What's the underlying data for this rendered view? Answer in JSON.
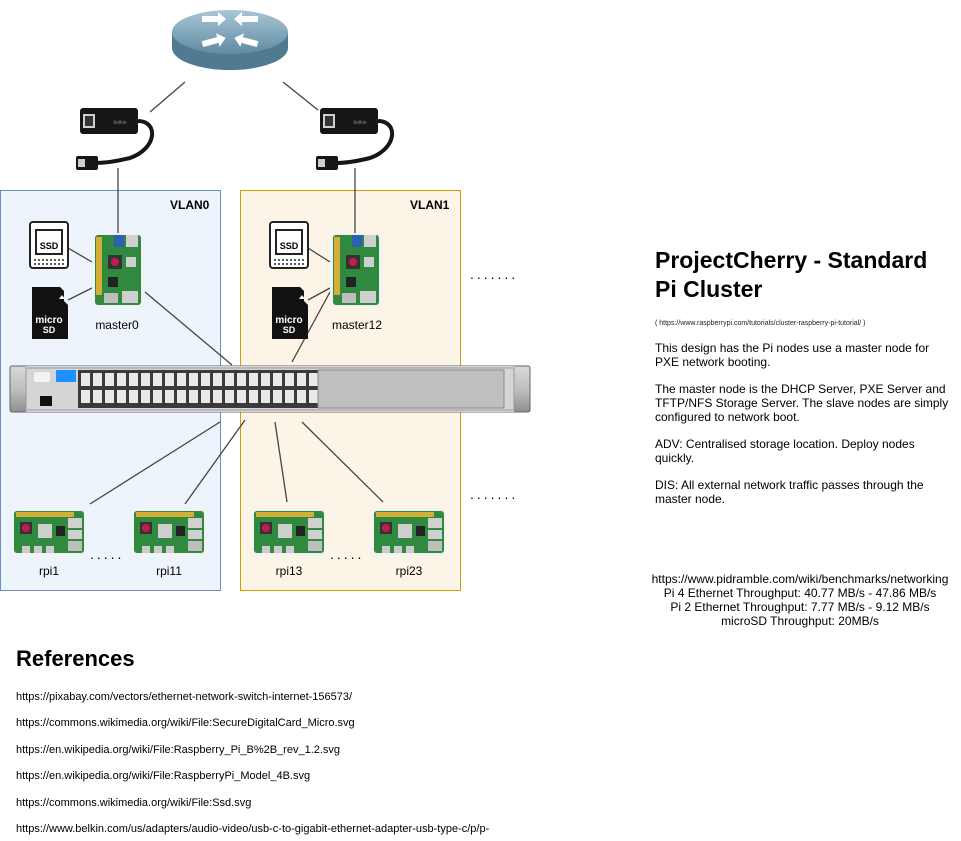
{
  "vlans": [
    {
      "name": "VLAN0",
      "master": "master0",
      "nodes": [
        "rpi1",
        "rpi11"
      ],
      "ellipsis": "....."
    },
    {
      "name": "VLAN1",
      "master": "master12",
      "nodes": [
        "rpi13",
        "rpi23"
      ],
      "ellipsis": "....."
    }
  ],
  "more_ellipsis": ".......",
  "icons": {
    "router": "router-icon",
    "adapter": "usb-ethernet-adapter-icon",
    "ssd": "ssd-icon",
    "sd": "microsd-icon",
    "pi": "raspberry-pi-icon",
    "switch": "network-switch-icon"
  },
  "labels": {
    "ssd": "SSD"
  },
  "colors": {
    "vlan0_fill": "#eef4fc",
    "vlan0_border": "#6c8ebf",
    "vlan1_fill": "#fdf4e8",
    "vlan1_border": "#d79b00",
    "pi_board": "#2e8b3e"
  },
  "title": "ProjectCherry - Standard Pi Cluster",
  "title_url": "( https://www.raspberrypi.com/tutorials/cluster-raspberry-pi-tutorial/ )",
  "description": [
    "This design has the Pi nodes use a master node for PXE network booting.",
    "The master node is the DHCP Server, PXE Server and TFTP/NFS Storage Server. The slave nodes are simply configured to network boot.",
    "ADV: Centralised storage location. Deploy nodes quickly.",
    "DIS: All external network traffic passes through the master node."
  ],
  "benchmarks": [
    "https://www.pidramble.com/wiki/benchmarks/networking",
    "Pi 4 Ethernet Throughput: 40.77 MB/s - 47.86 MB/s",
    "Pi 2 Ethernet Throughput: 7.77 MB/s - 9.12 MB/s",
    "microSD Throughput: 20MB/s"
  ],
  "references_heading": "References",
  "references": [
    "https://pixabay.com/vectors/ethernet-network-switch-internet-156573/",
    "https://commons.wikimedia.org/wiki/File:SecureDigitalCard_Micro.svg",
    "https://en.wikipedia.org/wiki/File:Raspberry_Pi_B%2B_rev_1.2.svg",
    "https://en.wikipedia.org/wiki/File:RaspberryPi_Model_4B.svg",
    "https://commons.wikimedia.org/wiki/File:Ssd.svg",
    "https://www.belkin.com/us/adapters/audio-video/usb-c-to-gigabit-ethernet-adapter-usb-type-c/p/p-"
  ]
}
